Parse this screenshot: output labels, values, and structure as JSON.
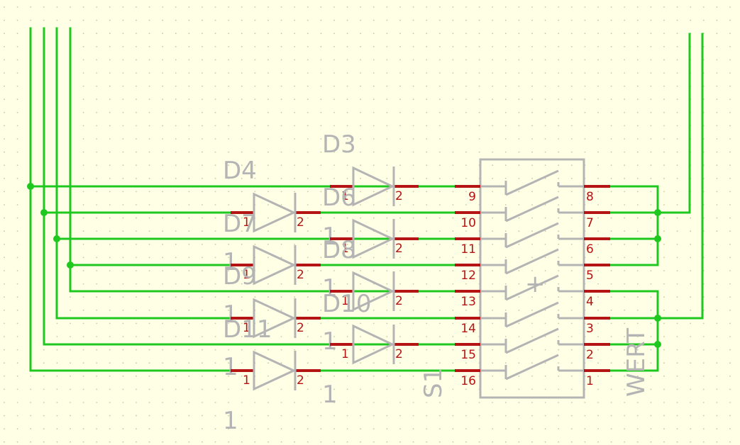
{
  "background": "#ffffe6",
  "colors": {
    "wire": "#1ec81e",
    "pin": "#b41414",
    "body": "#b4b4b4",
    "grid": "#c8c8a8"
  },
  "diodes": [
    {
      "ref": "D4",
      "pin1": "1",
      "pin2": "2",
      "value": "1"
    },
    {
      "ref": "D7",
      "pin1": "1",
      "pin2": "2",
      "value": "1"
    },
    {
      "ref": "D9",
      "pin1": "1",
      "pin2": "2",
      "value": "1"
    },
    {
      "ref": "D11",
      "pin1": "1",
      "pin2": "2",
      "value": "1"
    },
    {
      "ref": "D3",
      "pin1": "1",
      "pin2": "2",
      "value": "1"
    },
    {
      "ref": "D6",
      "pin1": "1",
      "pin2": "2",
      "value": "1"
    },
    {
      "ref": "D8",
      "pin1": "1",
      "pin2": "2",
      "value": "1"
    },
    {
      "ref": "D10",
      "pin1": "1",
      "pin2": "2",
      "value": "1"
    }
  ],
  "switch": {
    "ref": "S1",
    "value": "WERT",
    "left_pins": [
      "9",
      "10",
      "11",
      "12",
      "13",
      "14",
      "15",
      "16"
    ],
    "right_pins": [
      "8",
      "7",
      "6",
      "5",
      "4",
      "3",
      "2",
      "1"
    ],
    "symbol": "+"
  }
}
